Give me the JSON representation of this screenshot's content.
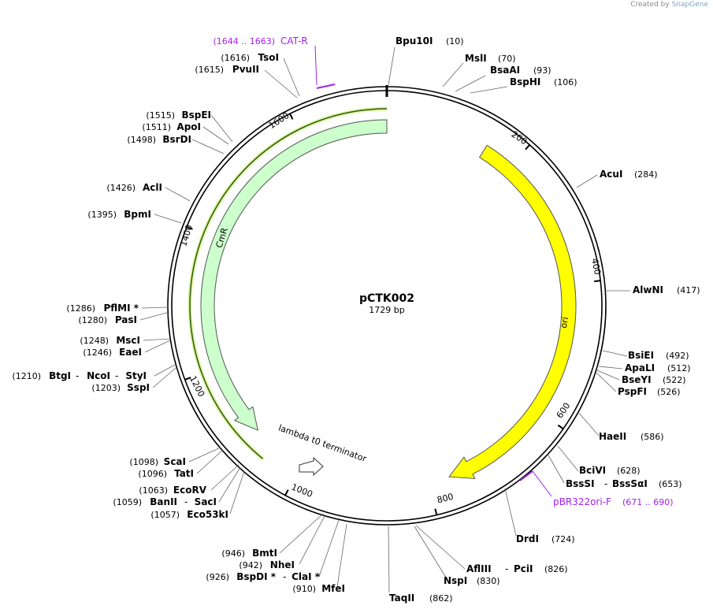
{
  "credit": {
    "prefix": "Created by",
    "brand": "SnapGene"
  },
  "plasmid": {
    "name": "pCTK002",
    "length": "1729 bp"
  },
  "ticks": [
    "200",
    "400",
    "600",
    "800",
    "1000",
    "1200",
    "1400",
    "1600"
  ],
  "features": {
    "cmr": "CmR",
    "ori": "ori",
    "terminator": "lambda t0 terminator"
  },
  "primers": [
    {
      "pos": "(1644 .. 1663)",
      "name": "CAT-R"
    },
    {
      "name": "pBR322ori-F",
      "pos": "(671 .. 690)"
    }
  ],
  "sites": [
    {
      "name": "Bpu10I",
      "pos": "(10)"
    },
    {
      "name": "MslI",
      "pos": "(70)"
    },
    {
      "name": "BsaAI",
      "pos": "(93)"
    },
    {
      "name": "BspHI",
      "pos": "(106)"
    },
    {
      "name": "AcuI",
      "pos": "(284)"
    },
    {
      "name": "AlwNI",
      "pos": "(417)"
    },
    {
      "name": "BsiEI",
      "pos": "(492)"
    },
    {
      "name": "ApaLI",
      "pos": "(512)"
    },
    {
      "name": "BseYI",
      "pos": "(522)"
    },
    {
      "name": "PspFI",
      "pos": "(526)"
    },
    {
      "name": "HaeII",
      "pos": "(586)"
    },
    {
      "name": "BciVI",
      "pos": "(628)"
    },
    {
      "name": "BssSI",
      "name2": "BssSαI",
      "pos": "(653)"
    },
    {
      "name": "DrdI",
      "pos": "(724)"
    },
    {
      "name": "AflIII",
      "name2": "PciI",
      "pos": "(826)"
    },
    {
      "name": "NspI",
      "pos": "(830)"
    },
    {
      "name": "TaqII",
      "pos": "(862)"
    },
    {
      "name": "MfeI",
      "pos": "(910)"
    },
    {
      "name": "BspDI *",
      "name2": "ClaI *",
      "pos": "(926)"
    },
    {
      "name": "NheI",
      "pos": "(942)"
    },
    {
      "name": "BmtI",
      "pos": "(946)"
    },
    {
      "name": "Eco53kI",
      "pos": "(1057)"
    },
    {
      "name": "BanII",
      "name2": "SacI",
      "pos": "(1059)"
    },
    {
      "name": "EcoRV",
      "pos": "(1063)"
    },
    {
      "name": "TatI",
      "pos": "(1096)"
    },
    {
      "name": "ScaI",
      "pos": "(1098)"
    },
    {
      "name": "SspI",
      "pos": "(1203)"
    },
    {
      "name": "BtgI",
      "name2": "NcoI",
      "name3": "StyI",
      "pos": "(1210)"
    },
    {
      "name": "EaeI",
      "pos": "(1246)"
    },
    {
      "name": "MscI",
      "pos": "(1248)"
    },
    {
      "name": "PasI",
      "pos": "(1280)"
    },
    {
      "name": "PflMI *",
      "pos": "(1286)"
    },
    {
      "name": "BpmI",
      "pos": "(1395)"
    },
    {
      "name": "AclI",
      "pos": "(1426)"
    },
    {
      "name": "BsrDI",
      "pos": "(1498)"
    },
    {
      "name": "ApoI",
      "pos": "(1511)"
    },
    {
      "name": "BspEI",
      "pos": "(1515)"
    },
    {
      "name": "PvuII",
      "pos": "(1615)"
    },
    {
      "name": "TsoI",
      "pos": "(1616)"
    }
  ],
  "colors": {
    "ori": "#ffff00",
    "cmr": "#ccffcc",
    "primer": "#a020f0",
    "backbone": "#000000"
  }
}
